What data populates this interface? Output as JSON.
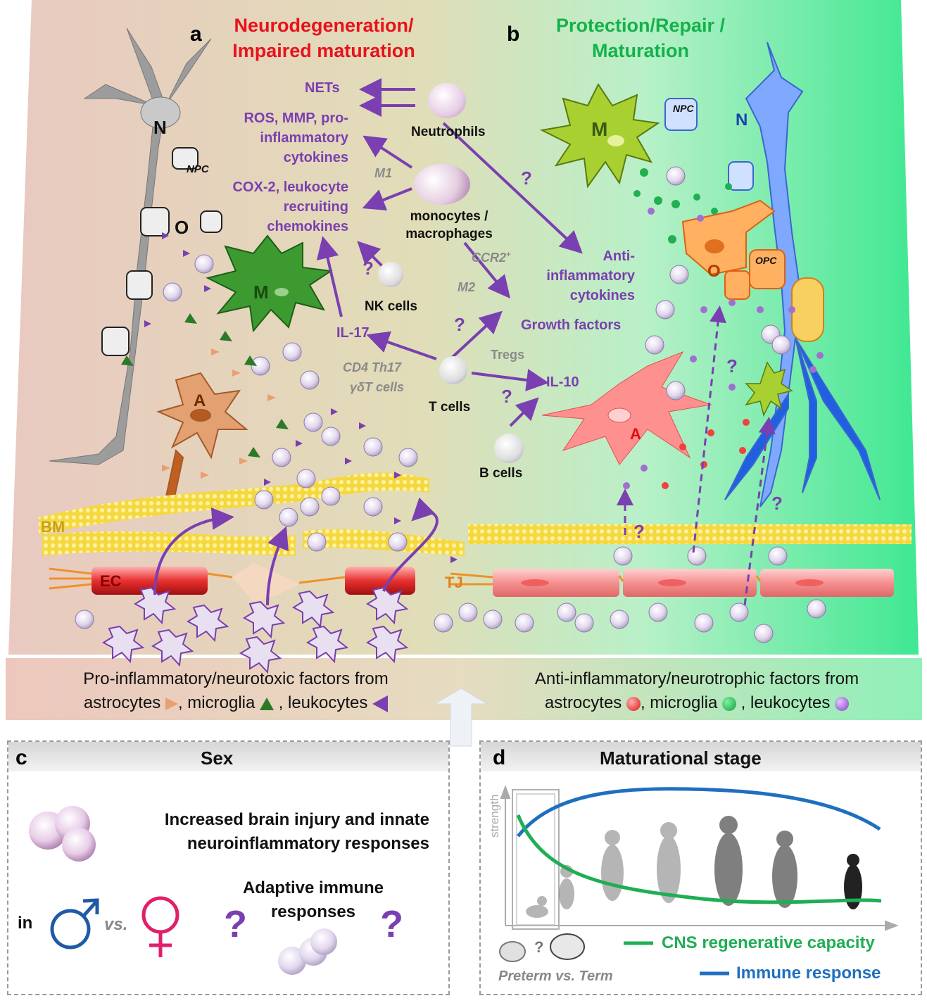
{
  "panel_a": {
    "letter": "a",
    "title_line1": "Neurodegeneration/",
    "title_line2": "Impaired maturation"
  },
  "panel_b": {
    "letter": "b",
    "title_line1": "Protection/Repair /",
    "title_line2": "Maturation"
  },
  "cells": {
    "N": "N",
    "NPC": "NPC",
    "O": "O",
    "M": "M",
    "A": "A",
    "BM": "BM",
    "EC": "EC",
    "TJ": "TJ",
    "OPC": "OPC"
  },
  "center": {
    "nets": "NETs",
    "ros_l1": "ROS, MMP, pro-",
    "ros_l2": "inflammatory",
    "ros_l3": "cytokines",
    "cox_l1": "COX-2, leukocyte",
    "cox_l2": "recruiting",
    "cox_l3": "chemokines",
    "neutrophils": "Neutrophils",
    "m1": "M1",
    "mono_l1": "monocytes /",
    "mono_l2": "macrophages",
    "ccr2": "CCR2",
    "ccr2_sup": "+",
    "m2": "M2",
    "nk": "NK cells",
    "il17": "IL-17",
    "cd4": "CD4 Th17",
    "gdt": "γδT cells",
    "tcells": "T cells",
    "tregs": "Tregs",
    "il10": "IL-10",
    "bcells": "B cells",
    "anti_l1": "Anti-",
    "anti_l2": "inflammatory",
    "anti_l3": "cytokines",
    "growth": "Growth factors",
    "q": "?"
  },
  "legend": {
    "left_l1": "Pro-inflammatory/neurotoxic factors from",
    "left_astro": "astrocytes",
    "left_micro": ", microglia",
    "left_leuko": " , leukocytes",
    "right_l1": "Anti-inflammatory/neurotrophic factors from",
    "right_astro": "astrocytes",
    "right_micro": ", microglia",
    "right_leuko": " , leukocytes"
  },
  "panel_c": {
    "letter": "c",
    "title": "Sex",
    "line1": "Increased brain injury and innate",
    "line2": "neuroinflammatory responses",
    "in": "in",
    "vs": "vs.",
    "adaptive_l1": "Adaptive immune",
    "adaptive_l2": "responses",
    "q": "?"
  },
  "panel_d": {
    "letter": "d",
    "title": "Maturational stage",
    "ylabel": "strength",
    "preterm": "Preterm vs. Term",
    "q": "?",
    "legend_cns": "CNS regenerative capacity",
    "legend_immune": "Immune response",
    "color_cns": "#1fae55",
    "color_immune": "#1f6fc0"
  },
  "colors": {
    "red_title": "#e8121d",
    "green_title": "#13b24b",
    "purple": "#7a3fb0"
  }
}
